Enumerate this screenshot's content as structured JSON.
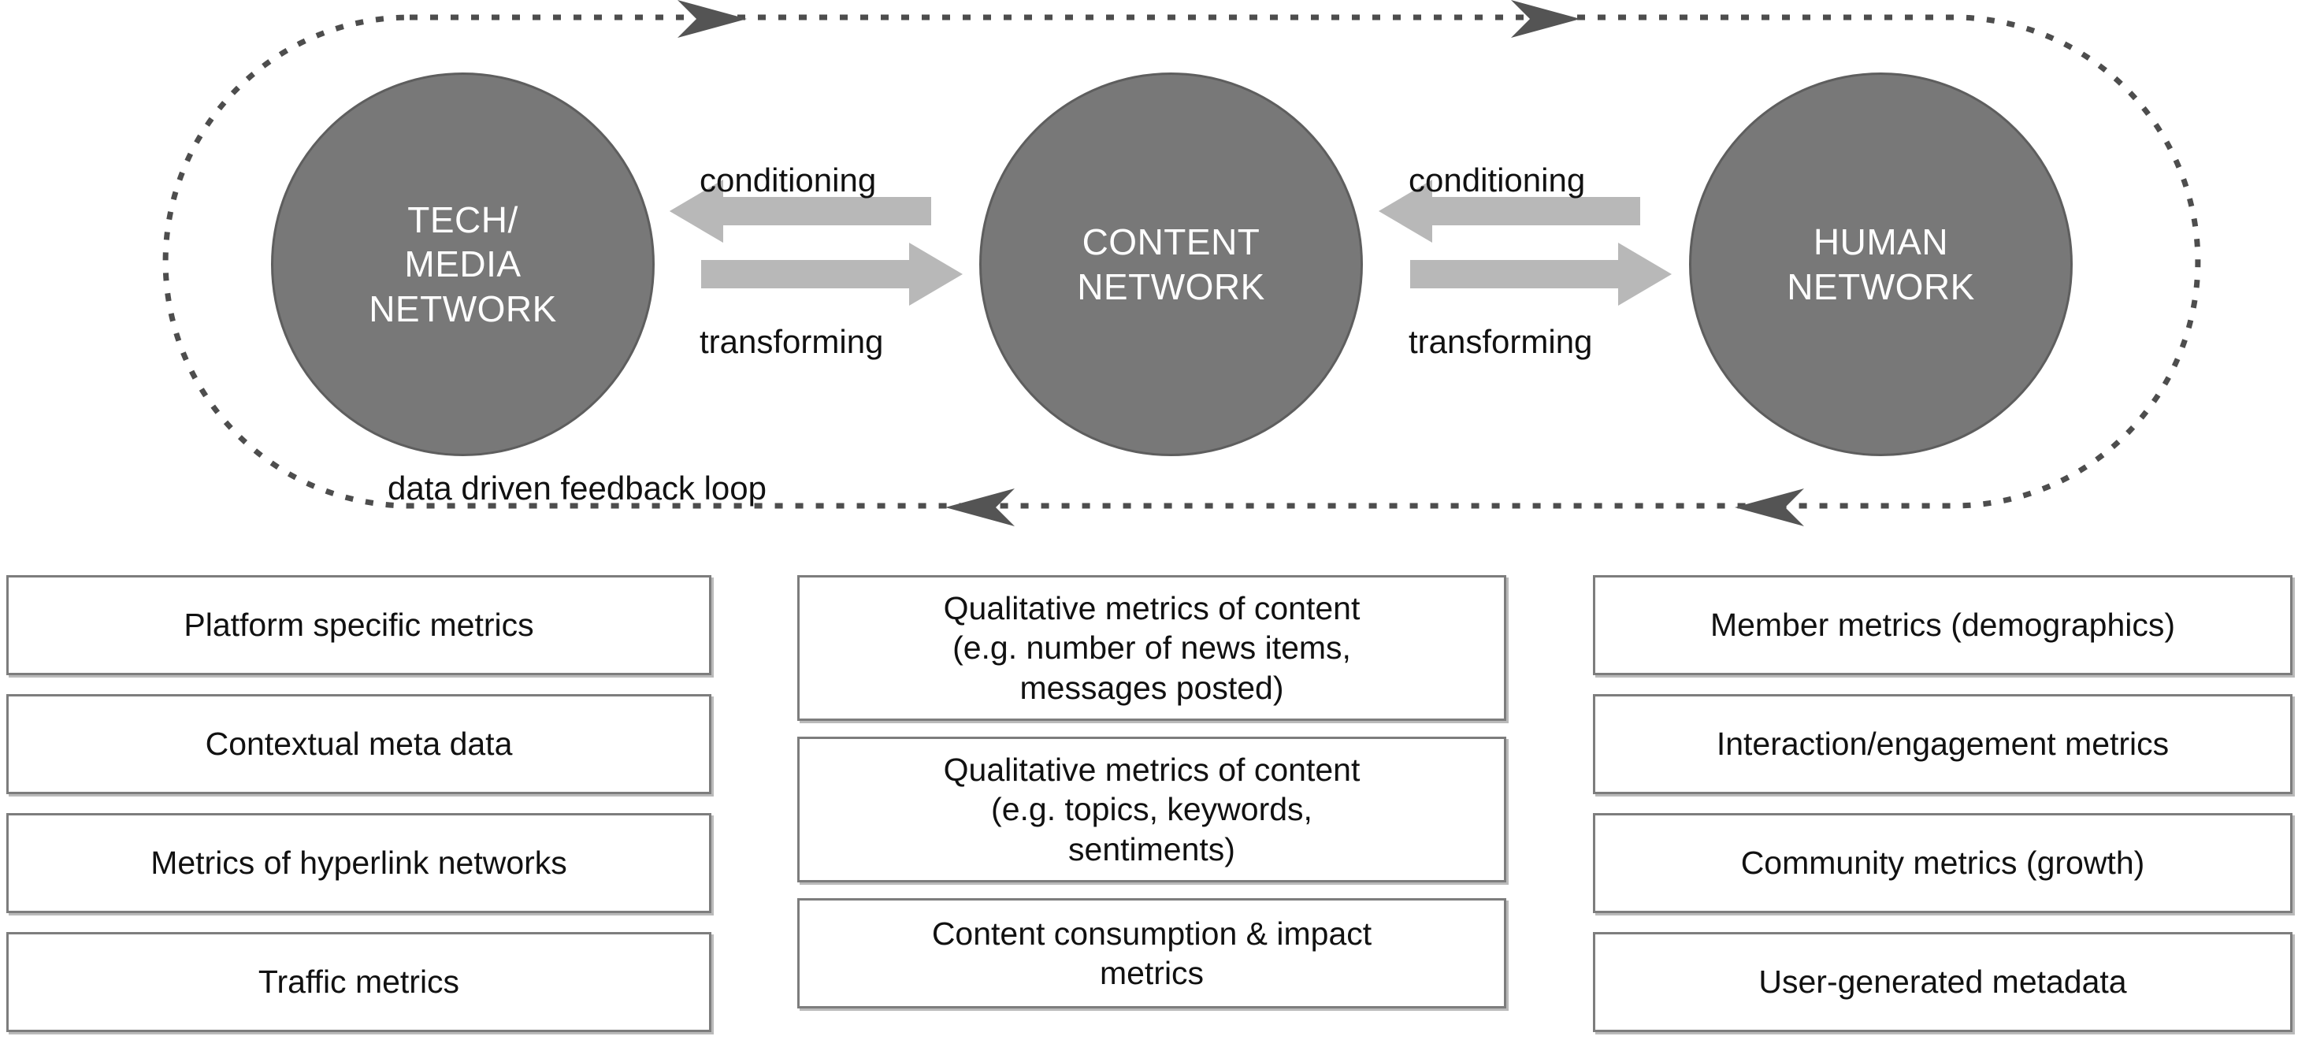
{
  "diagram": {
    "nodes": [
      {
        "id": "tech-media-network",
        "label": "TECH/\nMEDIA\nNETWORK"
      },
      {
        "id": "content-network",
        "label": "CONTENT\nNETWORK"
      },
      {
        "id": "human-network",
        "label": "HUMAN\nNETWORK"
      }
    ],
    "edges": [
      {
        "id": "tech-content",
        "top_label": "conditioning",
        "bottom_label": "transforming"
      },
      {
        "id": "content-human",
        "top_label": "conditioning",
        "bottom_label": "transforming"
      }
    ],
    "feedback_loop": {
      "caption": "data driven feedback loop",
      "style": "dotted",
      "direction": "clockwise"
    },
    "colors": {
      "node_fill": "#787878",
      "node_border": "#5e5e5e",
      "node_text": "#ffffff",
      "block_arrow": "#b8b8b8",
      "loop_line": "#4d4d4d",
      "box_border": "#7d7d7d",
      "box_fill": "#ffffff",
      "text": "#111111"
    }
  },
  "columns": {
    "left": {
      "id": "tech-media-metrics",
      "items": [
        "Platform specific metrics",
        "Contextual meta data",
        "Metrics of hyperlink networks",
        "Traffic metrics"
      ]
    },
    "middle": {
      "id": "content-metrics",
      "items": [
        "Qualitative metrics of content\n(e.g. number of news items,\nmessages posted)",
        "Qualitative metrics of content\n(e.g. topics, keywords,\nsentiments)",
        "Content consumption & impact\nmetrics"
      ]
    },
    "right": {
      "id": "human-metrics",
      "items": [
        "Member metrics (demographics)",
        "Interaction/engagement metrics",
        "Community metrics (growth)",
        "User-generated metadata"
      ]
    }
  }
}
